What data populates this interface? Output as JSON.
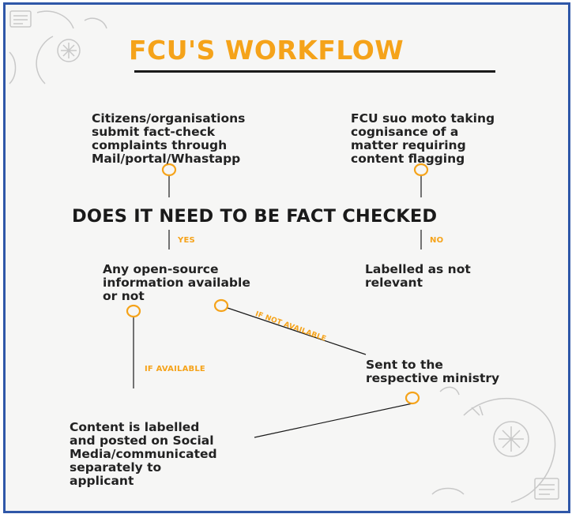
{
  "diagram": {
    "title": "FCU'S WORKFLOW",
    "question": "DOES IT NEED TO BE FACT CHECKED",
    "nodes": {
      "citizens": "Citizens/organisations\nsubmit fact-check\ncomplaints through\nMail/portal/Whastapp",
      "suo_moto": "FCU suo moto taking\ncognisance of a\nmatter requiring\ncontent flagging",
      "open_source": "Any open-source\ninformation available\nor not",
      "not_relevant": "Labelled as not\nrelevant",
      "ministry": "Sent to the\nrespective ministry",
      "content_labelled": "Content is labelled\nand posted on Social\nMedia/communicated\nseparately to\napplicant"
    },
    "labels": {
      "yes": "YES",
      "no": "NO",
      "if_available": "IF AVAILABLE",
      "if_not_available": "IF NOT AVAILABLE"
    },
    "colors": {
      "accent": "#f5a31a",
      "text": "#222222",
      "border": "#2f57a8",
      "background": "#f6f6f5"
    }
  }
}
